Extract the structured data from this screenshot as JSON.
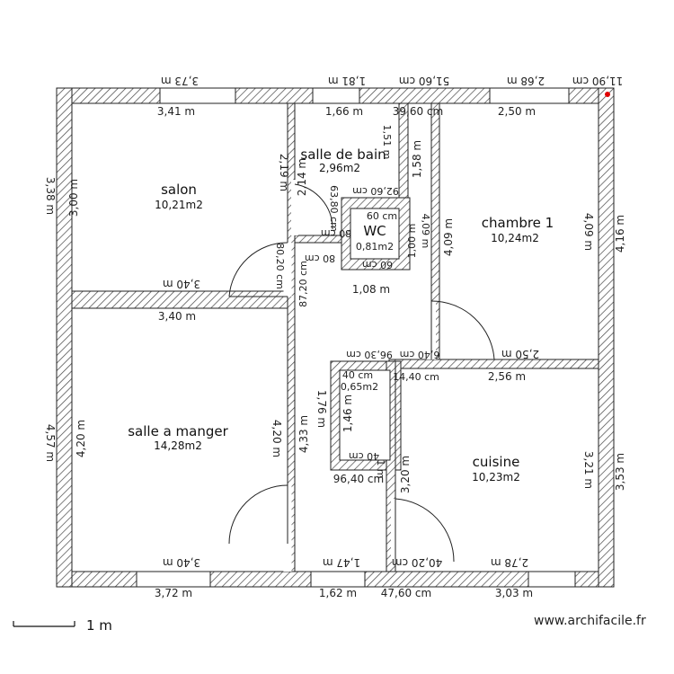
{
  "rooms": [
    {
      "key": "salon",
      "name": "salon",
      "area": "10,21m2"
    },
    {
      "key": "salle_de_bain",
      "name": "salle de bain",
      "area": "2,96m2"
    },
    {
      "key": "wc",
      "name": "WC",
      "area": "0,81m2"
    },
    {
      "key": "chambre",
      "name": "chambre 1",
      "area": "10,24m2"
    },
    {
      "key": "salle_manger",
      "name": "salle a manger",
      "area": "14,28m2"
    },
    {
      "key": "cuisine",
      "name": "cuisine",
      "area": "10,23m2"
    },
    {
      "key": "placard",
      "name": "",
      "area": "0,65m2"
    }
  ],
  "dims": {
    "top_outer_1": "3,73 m",
    "top_outer_2": "1,81 m",
    "top_outer_3": "51,60 cm",
    "top_outer_4": "2,68 m",
    "top_outer_5": "11,90 cm",
    "top_inner_1": "3,41 m",
    "top_inner_2": "1,66 m",
    "top_inner_3": "39,60 cm",
    "top_inner_4": "2,50 m",
    "bot_outer_1": "3,72 m",
    "bot_outer_2": "1,62 m",
    "bot_outer_3": "47,60 cm",
    "bot_outer_4": "3,03 m",
    "bot_inner_1": "3,40 m",
    "bot_inner_2": "1,47 m",
    "bot_inner_3": "40,20 cm",
    "bot_inner_4": "2,78 m",
    "left_outer_1": "3,38 m",
    "left_outer_2": "4,57 m",
    "left_inner_1": "3,00 m",
    "left_inner_2": "4,20 m",
    "right_outer_1": "4,16 m",
    "right_outer_2": "3,53 m",
    "right_inner_1": "4,09 m",
    "right_inner_2": "3,21 m",
    "salon_bottom": "3,40 m",
    "salle_top": "3,40 m",
    "salon_right": "2,19 m",
    "sdb_left": "2,14 m",
    "sdb_right": "1,58 m",
    "sdb_right2": "1,51 m",
    "hall_v1": "80,20 cm",
    "hall_v2": "87,20 cm",
    "hall_v3": "63,80 cm",
    "sdb_bottom": "92,60 cm",
    "wc_top": "60 cm",
    "wc_l": "80 cm",
    "wc_l2": "80 cm",
    "wc_b": "60 cm",
    "wc_bottom": "1,08 m",
    "wc_right": "1,00 m",
    "wc_r2": "4,09 m",
    "ch_left": "4,09 m",
    "ch_bottom": "2,50 m",
    "mid_a": "96,30 cm",
    "mid_b": "6,40 cm",
    "mid_c": "14,40 cm",
    "mid_d": "40 cm",
    "cuis_top": "2,56 m",
    "pl_left": "1,46 m",
    "pl_left2": "1,76 m",
    "pl_bottom": "40 cm",
    "pl_bottom2": "96,40 cm",
    "sm_right": "4,20 m",
    "hall_left": "4,33 m",
    "cuis_left": "3,20 m",
    "cuis_l2": "1 m"
  },
  "scale": {
    "label": "1 m"
  },
  "credit": "www.archifacile.fr"
}
